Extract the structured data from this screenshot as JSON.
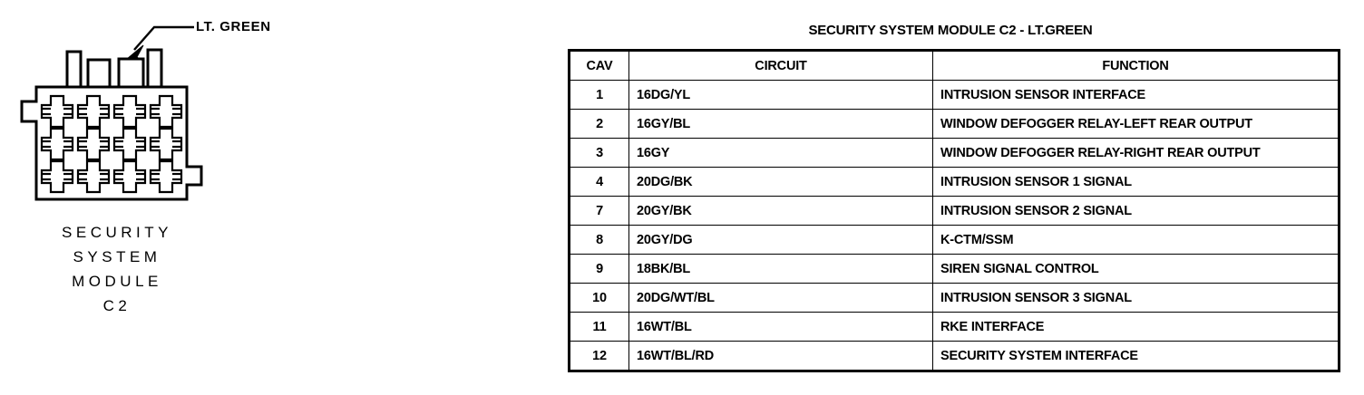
{
  "connector": {
    "callout_label": "LT. GREEN",
    "caption_lines": [
      "SECURITY",
      "SYSTEM",
      "MODULE",
      "C2"
    ],
    "cavity_count": 12,
    "grid": {
      "columns": 4,
      "rows": 3
    },
    "outline_color": "#000000",
    "fill_color": "#ffffff"
  },
  "table": {
    "title": "SECURITY SYSTEM MODULE C2 - LT.GREEN",
    "headers": [
      "CAV",
      "CIRCUIT",
      "FUNCTION"
    ],
    "rows": [
      {
        "cav": "1",
        "circuit": "16DG/YL",
        "function": "INTRUSION SENSOR INTERFACE"
      },
      {
        "cav": "2",
        "circuit": "16GY/BL",
        "function": "WINDOW DEFOGGER RELAY-LEFT REAR OUTPUT"
      },
      {
        "cav": "3",
        "circuit": "16GY",
        "function": "WINDOW DEFOGGER RELAY-RIGHT REAR OUTPUT"
      },
      {
        "cav": "4",
        "circuit": "20DG/BK",
        "function": "INTRUSION SENSOR 1 SIGNAL"
      },
      {
        "cav": "7",
        "circuit": "20GY/BK",
        "function": "INTRUSION SENSOR 2 SIGNAL"
      },
      {
        "cav": "8",
        "circuit": "20GY/DG",
        "function": "K-CTM/SSM"
      },
      {
        "cav": "9",
        "circuit": "18BK/BL",
        "function": "SIREN SIGNAL CONTROL"
      },
      {
        "cav": "10",
        "circuit": "20DG/WT/BL",
        "function": "INTRUSION SENSOR 3 SIGNAL"
      },
      {
        "cav": "11",
        "circuit": "16WT/BL",
        "function": "RKE INTERFACE"
      },
      {
        "cav": "12",
        "circuit": "16WT/BL/RD",
        "function": "SECURITY SYSTEM INTERFACE"
      }
    ]
  }
}
